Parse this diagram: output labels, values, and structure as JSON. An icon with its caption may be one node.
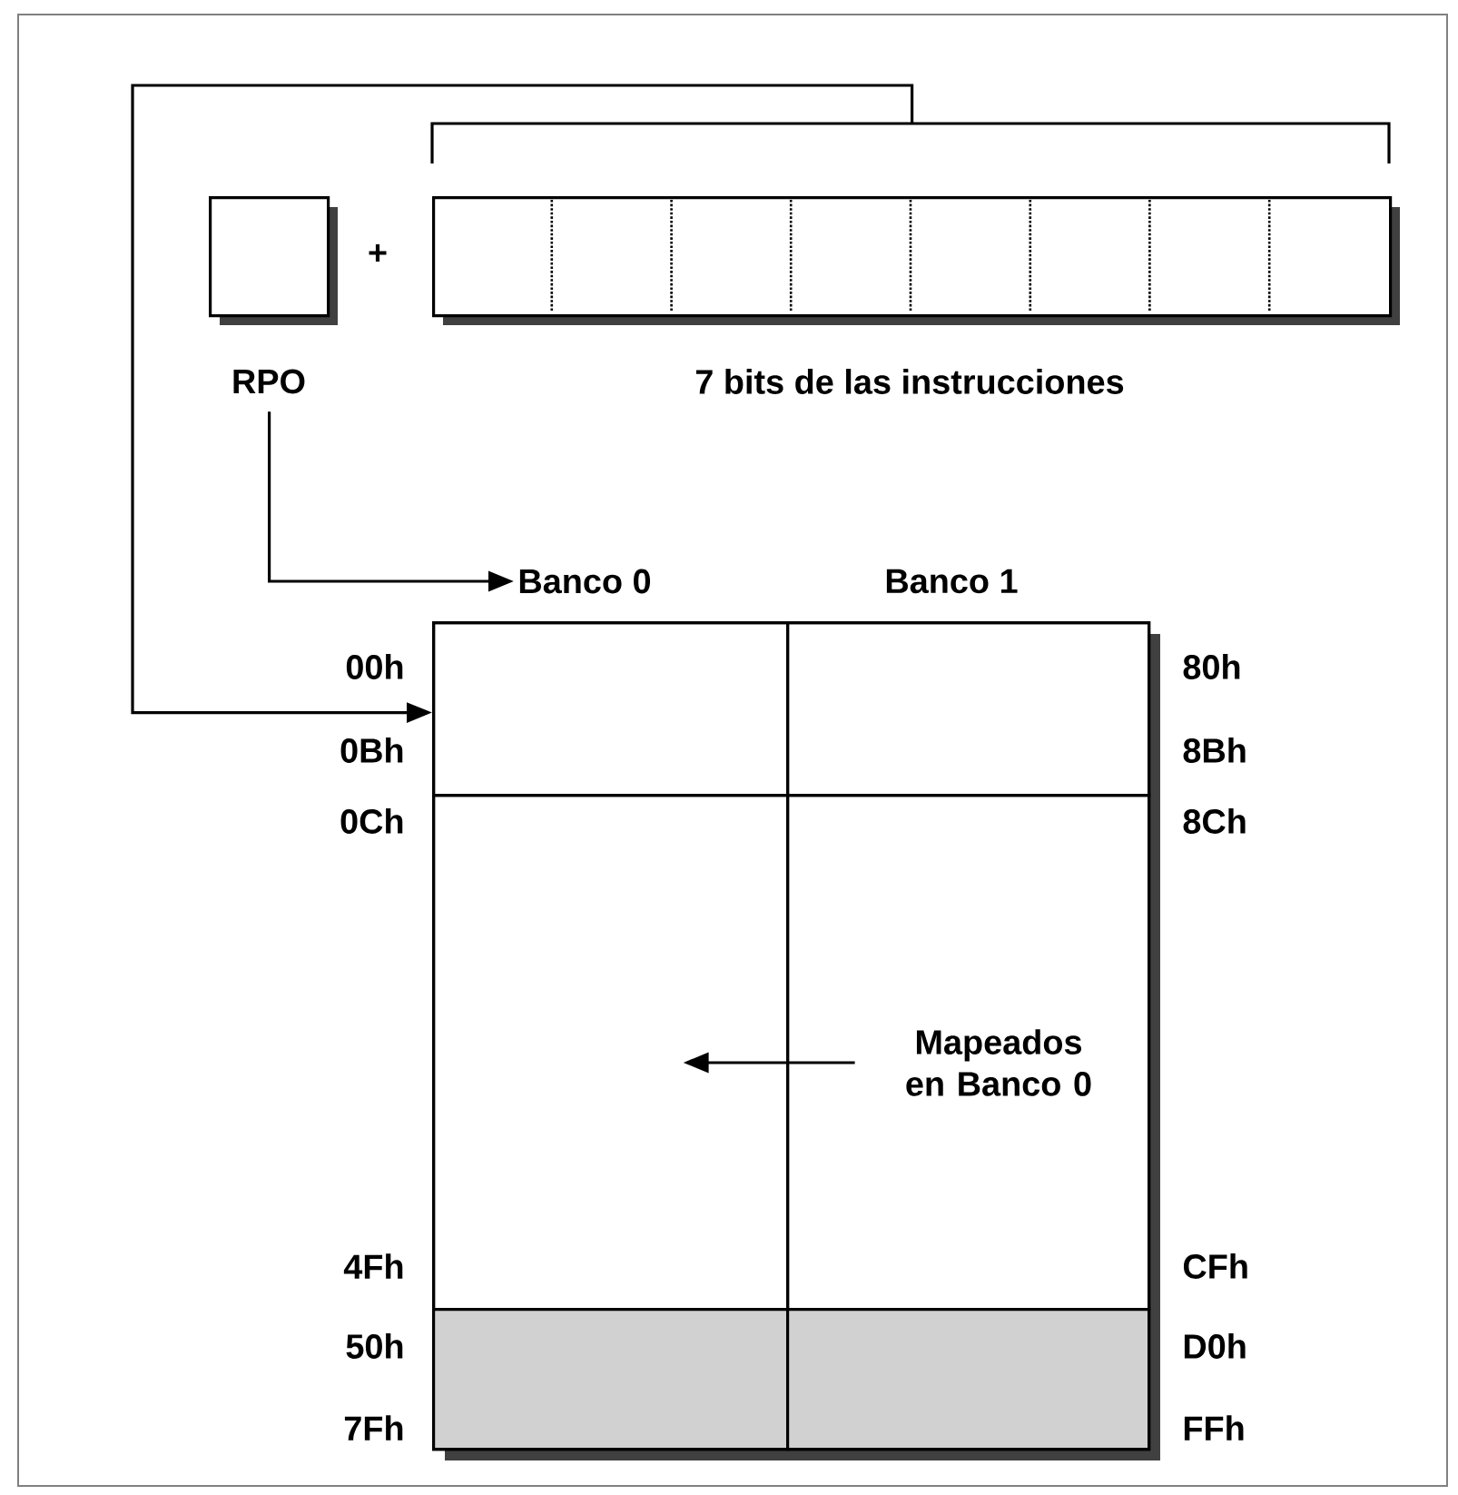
{
  "diagram": {
    "nodes": [
      {
        "text": [
          "RPO"
        ]
      },
      {
        "text": [
          "7 bits de las instrucciones"
        ]
      },
      {
        "text": [
          "Banco 0"
        ]
      },
      {
        "text": [],
        "shape": "box"
      },
      {
        "text": [],
        "shape": "box",
        "in": 3
      },
      {
        "text": [],
        "shape": "box",
        "in": 3
      },
      {
        "text": [],
        "shape": "box",
        "in": 3
      },
      {
        "text": [],
        "shape": "box",
        "in": 3
      },
      {
        "text": [],
        "shape": "box",
        "in": 3
      },
      {
        "text": [],
        "shape": "box",
        "in": 3
      },
      {
        "text": [
          "Mapeados en Banco 0"
        ],
        "in": 7
      }
    ],
    "edges": [
      {
        "from": 0,
        "to": 2,
        "arrow": "to"
      },
      {
        "from": 1,
        "to": 4,
        "arrow": "to"
      },
      {
        "from": 10,
        "to": 6,
        "arrow": "to"
      }
    ],
    "labels": [
      "+",
      "Banco 1",
      "00h",
      "80h",
      "0Bh",
      "8Bh",
      "0Ch",
      "8Ch",
      "4Fh",
      "CFh",
      "50h",
      "D0h",
      "7Fh",
      "FFh"
    ]
  }
}
